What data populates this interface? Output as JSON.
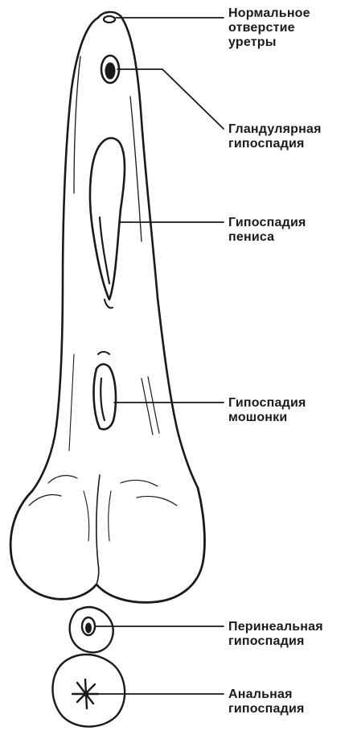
{
  "labels": {
    "normal_urethra": [
      "Нормальное",
      "отверстие",
      "уретры"
    ],
    "glandular": [
      "Гландулярная",
      "гипоспадия"
    ],
    "penile": [
      "Гипоспадия",
      "пениса"
    ],
    "scrotal": [
      "Гипоспадия",
      "мошонки"
    ],
    "perineal": [
      "Перинеальная",
      "гипоспадия"
    ],
    "anal": [
      "Анальная",
      "гипоспадия"
    ]
  },
  "colors": {
    "ink": "#1a1a1a",
    "background": "#ffffff"
  }
}
